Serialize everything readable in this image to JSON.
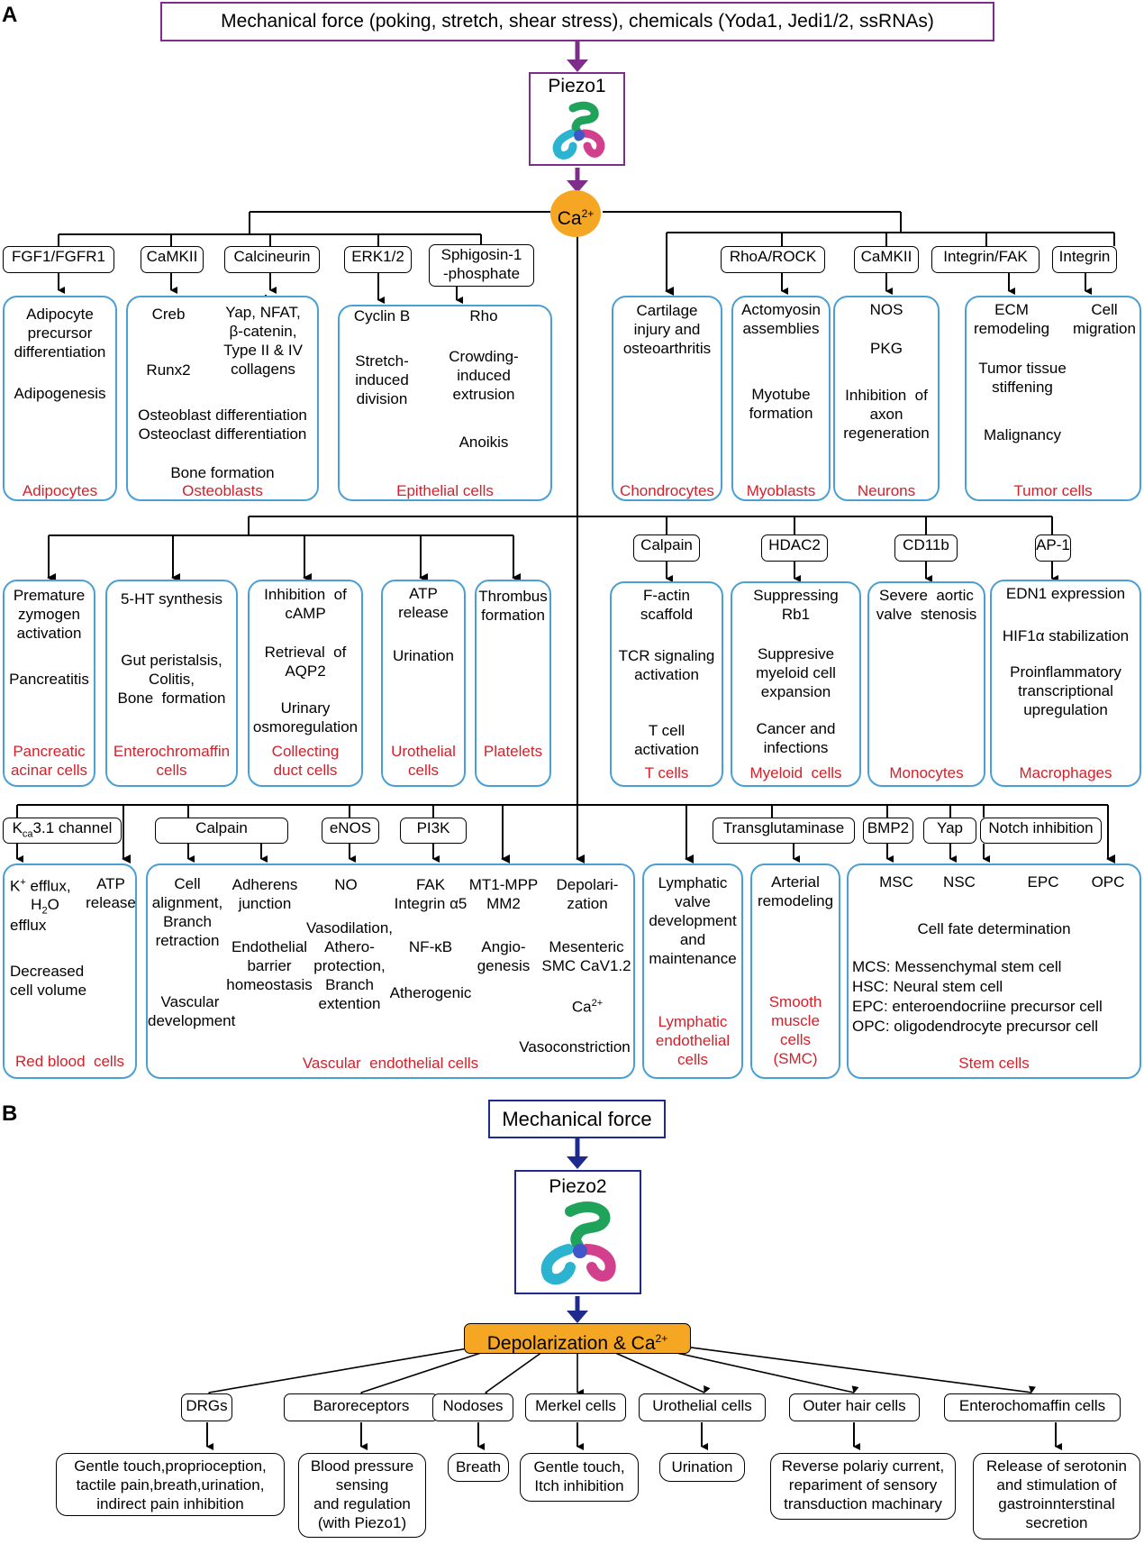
{
  "panel_a": {
    "label": "A",
    "source": "Mechanical force (poking, stretch, shear stress), chemicals (Yoda1, Jedi1/2, ssRNAs)",
    "channel": "Piezo1",
    "ion": "Ca",
    "ion_sup": "2+",
    "row1": {
      "signals": [
        "FGF1/FGFR1",
        "CaMKII",
        "Calcineurin",
        "ERK1/2",
        "Sphigosin-1\n-phosphate",
        "RhoA/ROCK",
        "CaMKII",
        "Integrin/FAK",
        "Integrin"
      ],
      "adipocytes": {
        "text": "Adipocyte\nprecursor\ndifferentiation",
        "text2": "Adipogenesis",
        "cell": "Adipocytes"
      },
      "osteoblasts": {
        "c1": "Creb",
        "c2": "Runx2",
        "c3": "Yap, NFAT,\nβ-catenin,\nType II & IV\ncollagens",
        "c4": "Osteoblast differentiation\nOsteoclast differentiation",
        "c5": "Bone formation",
        "cell": "Osteoblasts"
      },
      "epithelial": {
        "c1": "Cyclin B",
        "c2": "Stretch-\ninduced\ndivision",
        "c3": "Rho",
        "c4": "Crowding-\ninduced\nextrusion",
        "c5": "Anoikis",
        "cell": "Epithelial cells"
      },
      "chondrocytes": {
        "text": "Cartilage\ninjury and\nosteoarthritis",
        "cell": "Chondrocytes"
      },
      "myoblasts": {
        "c1": "Actomyosin\nassemblies",
        "c2": "Myotube\nformation",
        "cell": "Myoblasts"
      },
      "neurons": {
        "c1": "NOS",
        "c2": "PKG",
        "c3": "Inhibition  of\naxon\nregeneration",
        "cell": "Neurons"
      },
      "tumor": {
        "c1": "ECM\nremodeling",
        "c2": "Cell\nmigration",
        "c3": "Tumor tissue\nstiffening",
        "c4": "Malignancy",
        "cell": "Tumor cells"
      }
    },
    "row2": {
      "signals": [
        "Calpain",
        "HDAC2",
        "CD11b",
        "AP-1"
      ],
      "pancreatic": {
        "c1": "Premature\nzymogen\nactivation",
        "c2": "Pancreatitis",
        "cell": "Pancreatic\nacinar cells"
      },
      "entero": {
        "c1": "5-HT synthesis",
        "c2": "Gut peristalsis,\nColitis,\nBone  formation",
        "cell": "Enterochromaffin\ncells"
      },
      "collecting": {
        "c1": "Inhibition  of\ncAMP",
        "c2": "Retrieval  of\nAQP2",
        "c3": "Urinary\nosmoregulation",
        "cell": "Collecting\nduct cells"
      },
      "urothelial": {
        "c1": "ATP\nrelease",
        "c2": "Urination",
        "cell": "Urothelial\ncells"
      },
      "platelets": {
        "c1": "Thrombus\nformation",
        "cell": "Platelets"
      },
      "tcells": {
        "c1": "F-actin\nscaffold",
        "c2": "TCR signaling\nactivation",
        "c3": "T cell\nactivation",
        "cell": "T cells"
      },
      "myeloid": {
        "c1": "Suppressing\nRb1",
        "c2": "Suppresive\nmyeloid cell\nexpansion",
        "c3": "Cancer and\ninfections",
        "cell": "Myeloid  cells"
      },
      "monocytes": {
        "c1": "Severe  aortic\nvalve  stenosis",
        "cell": "Monocytes"
      },
      "macrophages": {
        "c1": "EDN1 expression",
        "c2": "HIF1α stabilization",
        "c3": "Proinflammatory\ntranscriptional\nupregulation",
        "cell": "Macrophages"
      }
    },
    "row3": {
      "signals": {
        "kca_k": "K",
        "kca_sub": "ca",
        "kca_rest": "3.1 channel",
        "calpain": "Calpain",
        "enos": "eNOS",
        "pi3k": "PI3K",
        "tg": "Transglutaminase",
        "bmp2": "BMP2",
        "yap": "Yap",
        "notch": "Notch inhibition"
      },
      "rbc": {
        "c1a": "K",
        "c1b": "+",
        "c1c": " efflux,",
        "c2a": "H",
        "c2b": "2",
        "c2c": "O",
        "c3": "efflux",
        "c4": "ATP\nrelease",
        "c5": "Decreased\ncell volume",
        "cell": "Red blood  cells"
      },
      "vec": {
        "c1": "Cell\nalignment,\nBranch\nretraction",
        "c2": "Vascular\ndevelopment",
        "c3": "Adherens\njunction",
        "c4": "Endothelial\nbarrier\nhomeostasis",
        "c5": "NO",
        "c6": "Vasodilation,\nAthero-\nprotection,\nBranch\nextention",
        "c7": "FAK\nIntegrin α5",
        "c8": "NF-κB",
        "c9": "Atherogenic",
        "c10": "MT1-MPP\nMM2",
        "c11": "Angio-\ngenesis",
        "c12": "Depolari-\nzation",
        "c13": "Mesenteric\nSMC CaV1.2",
        "c14a": "Ca",
        "c14b": "2+",
        "c15": "Vasoconstriction",
        "cell": "Vascular  endothelial cells"
      },
      "lymph": {
        "c1": "Lymphatic\nvalve\ndevelopment\nand\nmaintenance",
        "cell": "Lymphatic\nendothelial\ncells"
      },
      "smc": {
        "c1": "Arterial\nremodeling",
        "cell": "Smooth\nmuscle\ncells\n(SMC)"
      },
      "stem": {
        "msc": "MSC",
        "nsc": "NSC",
        "epc": "EPC",
        "opc": "OPC",
        "fate": "Cell fate determination",
        "legend": [
          "MCS: Messenchymal stem cell",
          "HSC: Neural stem cell",
          "EPC: enteroendocriine precursor cell",
          "OPC: oligodendrocyte precursor cell"
        ],
        "cell": "Stem cells"
      }
    }
  },
  "panel_b": {
    "label": "B",
    "source": "Mechanical force",
    "channel": "Piezo2",
    "hub": "Depolarization & Ca",
    "hub_sup": "2+",
    "targets": [
      "DRGs",
      "Baroreceptors",
      "Nodoses",
      "Merkel  cells",
      "Urothelial  cells",
      "Outer hair cells",
      "Enterochomaffin  cells"
    ],
    "outcomes": [
      "Gentle touch,proprioception,\ntactile pain,breath,urination,\nindirect pain inhibition",
      "Blood pressure\nsensing\nand regulation\n(with Piezo1)",
      "Breath",
      "Gentle touch,\nItch inhibition",
      "Urination",
      "Reverse polariy current,\nrepariment of sensory\ntransduction machinary",
      "Release of serotonin\nand stimulation of\ngastroinnterstinal\nsecretion"
    ]
  },
  "colors": {
    "cell_border": "#4a9fd5",
    "cell_label": "#d5202a",
    "piezo1_border": "#7e2d8a",
    "piezo2_border": "#1e2a8e",
    "ca": "#f5a623"
  }
}
